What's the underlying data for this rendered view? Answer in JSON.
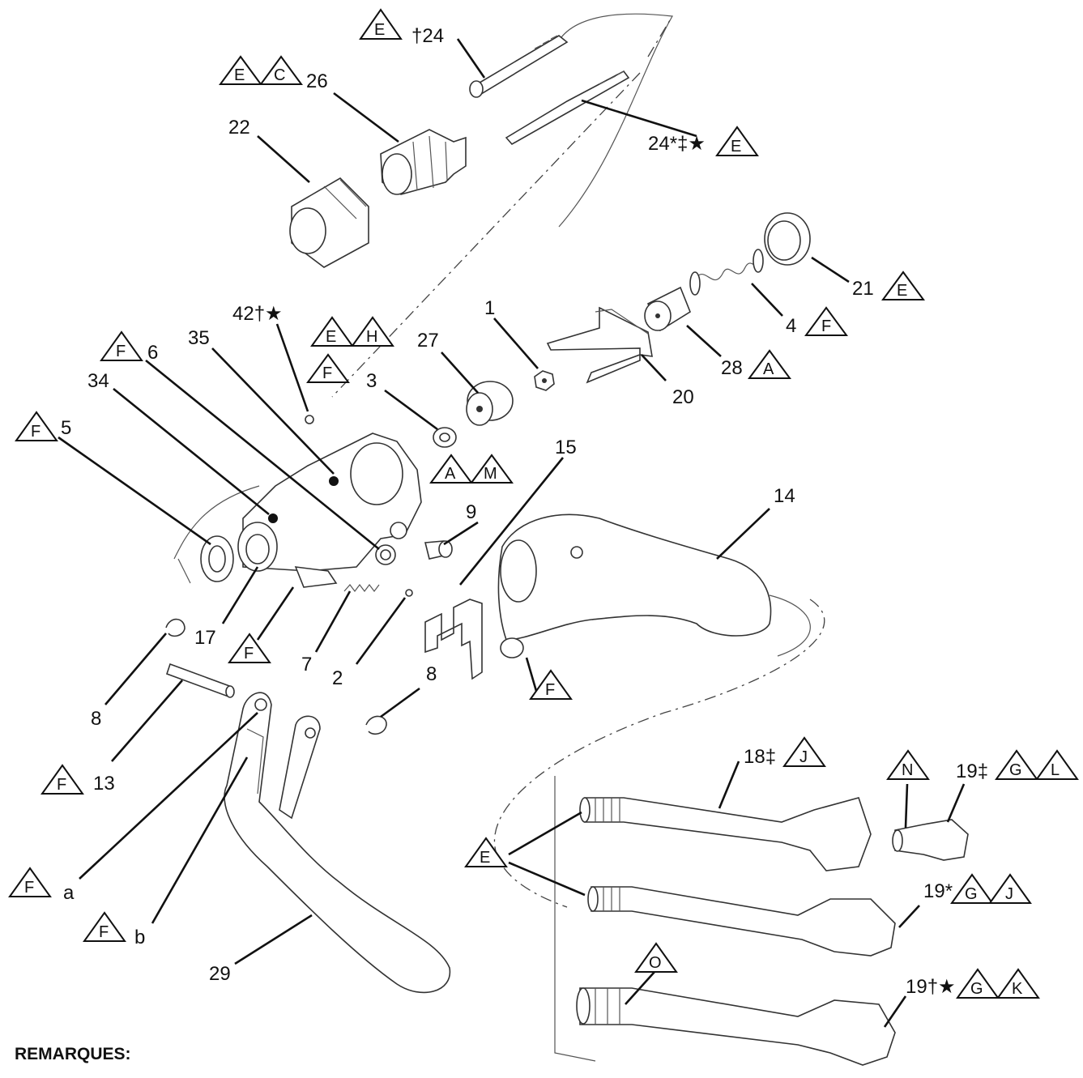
{
  "figure": {
    "callouts": [
      {
        "id": "c24a",
        "text": "†24"
      },
      {
        "id": "c26",
        "text": "26"
      },
      {
        "id": "c22",
        "text": "22"
      },
      {
        "id": "c24b",
        "text": "24*‡★"
      },
      {
        "id": "c21",
        "text": "21"
      },
      {
        "id": "c4",
        "text": "4"
      },
      {
        "id": "c28",
        "text": "28"
      },
      {
        "id": "c20",
        "text": "20"
      },
      {
        "id": "c1",
        "text": "1"
      },
      {
        "id": "c27",
        "text": "27"
      },
      {
        "id": "c3",
        "text": "3"
      },
      {
        "id": "c42",
        "text": "42†★"
      },
      {
        "id": "c35",
        "text": "35"
      },
      {
        "id": "c6",
        "text": "6"
      },
      {
        "id": "c34",
        "text": "34"
      },
      {
        "id": "c5",
        "text": "5"
      },
      {
        "id": "c15",
        "text": "15"
      },
      {
        "id": "c9",
        "text": "9"
      },
      {
        "id": "c14",
        "text": "14"
      },
      {
        "id": "c17",
        "text": "17"
      },
      {
        "id": "c7",
        "text": "7"
      },
      {
        "id": "c2",
        "text": "2"
      },
      {
        "id": "c8a",
        "text": "8"
      },
      {
        "id": "c8b",
        "text": "8"
      },
      {
        "id": "c13",
        "text": "13"
      },
      {
        "id": "ca",
        "text": "a"
      },
      {
        "id": "cb",
        "text": "b"
      },
      {
        "id": "c29",
        "text": "29"
      },
      {
        "id": "c18",
        "text": "18‡"
      },
      {
        "id": "c19a",
        "text": "19‡"
      },
      {
        "id": "c19b",
        "text": "19*"
      },
      {
        "id": "c19c",
        "text": "19†★"
      }
    ],
    "triangles": [
      {
        "id": "t1",
        "letter": "E"
      },
      {
        "id": "t2",
        "letter": "E"
      },
      {
        "id": "t3",
        "letter": "C"
      },
      {
        "id": "t4",
        "letter": "E"
      },
      {
        "id": "t5",
        "letter": "E"
      },
      {
        "id": "t6",
        "letter": "F"
      },
      {
        "id": "t7",
        "letter": "A"
      },
      {
        "id": "t8",
        "letter": "E"
      },
      {
        "id": "t9",
        "letter": "H"
      },
      {
        "id": "t10",
        "letter": "F"
      },
      {
        "id": "t11",
        "letter": "F"
      },
      {
        "id": "t12",
        "letter": "F"
      },
      {
        "id": "t13",
        "letter": "A"
      },
      {
        "id": "t14",
        "letter": "M"
      },
      {
        "id": "t15",
        "letter": "F"
      },
      {
        "id": "t16",
        "letter": "F"
      },
      {
        "id": "t17",
        "letter": "F"
      },
      {
        "id": "t18",
        "letter": "F"
      },
      {
        "id": "t19",
        "letter": "F"
      },
      {
        "id": "t20",
        "letter": "J"
      },
      {
        "id": "t21",
        "letter": "N"
      },
      {
        "id": "t22",
        "letter": "G"
      },
      {
        "id": "t23",
        "letter": "L"
      },
      {
        "id": "t24",
        "letter": "E"
      },
      {
        "id": "t25",
        "letter": "G"
      },
      {
        "id": "t26",
        "letter": "J"
      },
      {
        "id": "t27",
        "letter": "O"
      },
      {
        "id": "t28",
        "letter": "G"
      },
      {
        "id": "t29",
        "letter": "K"
      }
    ]
  },
  "notes": {
    "heading": "REMARQUES:"
  }
}
